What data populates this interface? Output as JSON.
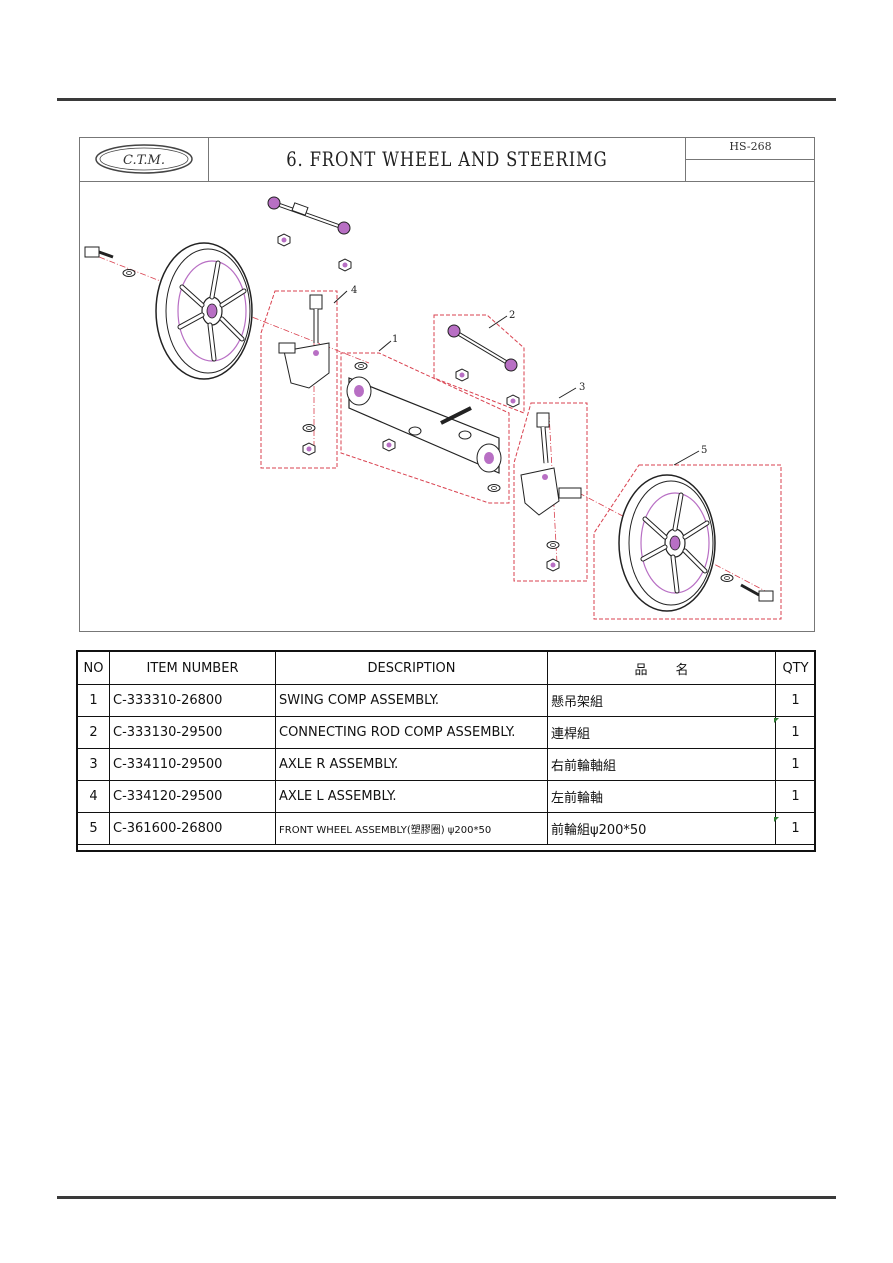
{
  "drawing": {
    "logo_text": "C.T.M.",
    "title": "6.  FRONT WHEEL AND STEERIMG",
    "model_code": "HS-268",
    "callouts": [
      "1",
      "2",
      "3",
      "4",
      "5"
    ]
  },
  "table": {
    "headers": {
      "no": "NO",
      "item_number": "ITEM NUMBER",
      "description": "DESCRIPTION",
      "chinese_name_1": "品",
      "chinese_name_2": "名",
      "qty": "QTY"
    },
    "rows": [
      {
        "no": "1",
        "item_number": "C-333310-26800",
        "description": "SWING COMP ASSEMBLY.",
        "chinese_name": "懸吊架組",
        "qty": "1"
      },
      {
        "no": "2",
        "item_number": "C-333130-29500",
        "description": "CONNECTING ROD COMP ASSEMBLY.",
        "chinese_name": "連桿組",
        "qty": "1"
      },
      {
        "no": "3",
        "item_number": "C-334110-29500",
        "description": "AXLE R ASSEMBLY.",
        "chinese_name": "右前輪軸組",
        "qty": "1"
      },
      {
        "no": "4",
        "item_number": "C-334120-29500",
        "description": "AXLE L ASSEMBLY.",
        "chinese_name": "左前輪軸",
        "qty": "1"
      },
      {
        "no": "5",
        "item_number": "C-361600-26800",
        "description": "FRONT WHEEL ASSEMBLY(塑膠圈) ψ200*50",
        "chinese_name": "前輪組ψ200*50",
        "qty": "1"
      }
    ]
  },
  "colors": {
    "rule": "#3a3a3a",
    "dash_box": "#d9414f",
    "accent_parts": "#b86fc4"
  }
}
